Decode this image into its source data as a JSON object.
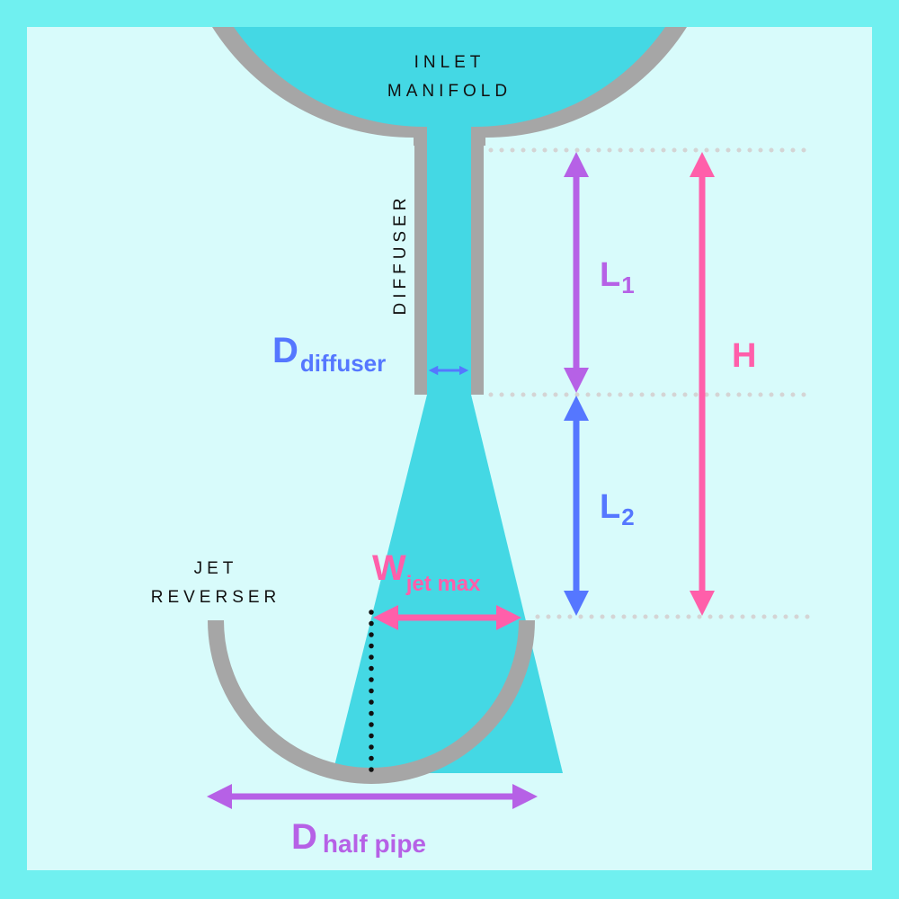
{
  "colors": {
    "frame": "#70F0F0",
    "background": "#D8FBFB",
    "fluid": "#44D8E4",
    "wall": "#A6A6A6",
    "purple": "#B661E6",
    "blue": "#5577FF",
    "pink": "#FF5FAA",
    "guide": "#D4D4D4",
    "label": "#111111"
  },
  "labels": {
    "inlet_manifold_line1": "INLET",
    "inlet_manifold_line2": "MANIFOLD",
    "diffuser": "DIFFUSER",
    "jet_reverser_line1": "JET",
    "jet_reverser_line2": "REVERSER"
  },
  "dimensions": {
    "d_diffuser": {
      "main": "D",
      "sub": "diffuser"
    },
    "l1": {
      "main": "L",
      "sub": "1"
    },
    "l2": {
      "main": "L",
      "sub": "2"
    },
    "h": {
      "main": "H"
    },
    "w_jet_max": {
      "main": "W",
      "sub": "jet max"
    },
    "d_half_pipe": {
      "main": "D",
      "sub": "half pipe"
    }
  }
}
